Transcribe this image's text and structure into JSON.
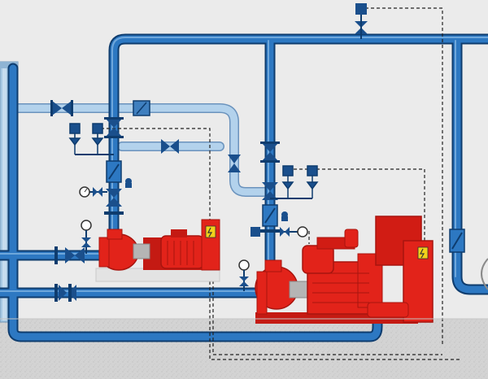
{
  "scene": {
    "kind": "fire pump room piping schematic",
    "colors": {
      "wall": "#ececec",
      "floor": "#d5d5d5",
      "tank": "#9fc3df",
      "pipe_main": "#1f63a8",
      "pipe_outline": "#0e3c6e",
      "pipe_light": "#a9cbe8",
      "pump_red": "#e2231a",
      "pump_dark_red": "#a8150f",
      "valve_blue": "#1a4f8c",
      "plinth": "#e6e6e6",
      "warning_yellow": "#f2d21b",
      "control_line": "#222222"
    },
    "components": {
      "electric_pump_set": {
        "symbol": "electric-motor-pump",
        "panel_symbol": "lightning-warning-icon"
      },
      "diesel_pump_set": {
        "symbol": "diesel-engine-pump",
        "panel_symbol": "lightning-warning-icon"
      },
      "water_tank": {
        "symbol": "storage-tank"
      }
    }
  }
}
